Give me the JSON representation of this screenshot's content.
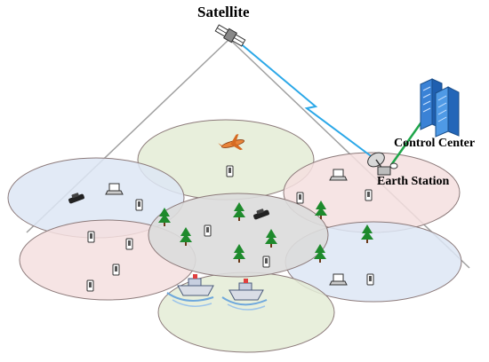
{
  "labels": {
    "satellite": "Satellite",
    "control_center": "Control Center",
    "earth_station": "Earth Station"
  },
  "colors": {
    "cell_blue": "#dde6f5",
    "cell_pink": "#f5dfdf",
    "cell_green": "#e4ecd6",
    "cell_gray": "#dcdcdc",
    "cell_stroke": "#8c7a7a",
    "beam_line": "#a0a0a0",
    "sat_link": "#2ba8e8",
    "cc_link": "#1fa64a",
    "tree": "#1e8a2c"
  },
  "icons": {
    "satellite": "satellite-icon",
    "control_center": "building-icon",
    "earth_station": "dish-antenna-icon",
    "airplane": "airplane-icon",
    "car": "car-icon",
    "ship": "ship-icon",
    "phone": "phone-icon",
    "laptop": "laptop-icon",
    "tree": "tree-icon"
  }
}
